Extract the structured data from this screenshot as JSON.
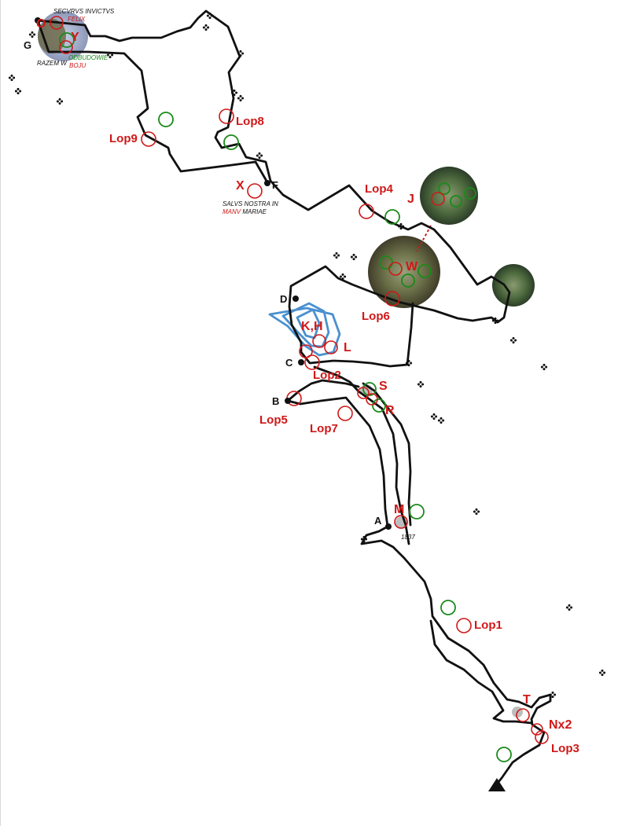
{
  "colors": {
    "route": "#111111",
    "red_checkpoint": "#d01818",
    "green_checkpoint": "#1a8a1a",
    "contour": "#4a90d0"
  },
  "icons": {
    "finish": "triangle-finish-icon",
    "waypoint": "black-dot-icon",
    "marker": "quad-dot-marker-icon"
  },
  "labels": {
    "red": {
      "lop8": "Lop8",
      "lop9": "Lop9",
      "lop4": "Lop4",
      "j": "J",
      "x": "X",
      "w": "W",
      "lop6": "Lop6",
      "kh": "K,H",
      "l": "L",
      "lop2": "Lop2",
      "s": "S",
      "r": "R",
      "lop5": "Lop5",
      "lop7": "Lop7",
      "m": "M",
      "lop1": "Lop1",
      "t": "T",
      "nx2": "Nx2",
      "lop3": "Lop3",
      "o": "O",
      "y": "Y"
    },
    "black": {
      "g": "G",
      "f": "F",
      "d": "D",
      "c": "C",
      "b": "B",
      "a": "A"
    }
  },
  "notes": {
    "securus_line1": "SECVRVS INVICTVS",
    "securus_line2": "FELIX",
    "odbudowie": "ODBUDOWIE",
    "razem_w": "RAZEM W",
    "boju": "BOJU",
    "salus_line1": "SALVS NOSTRA IN",
    "salus_manu": "MANV",
    "salus_mariae": " MARIAE",
    "year": "1837"
  }
}
